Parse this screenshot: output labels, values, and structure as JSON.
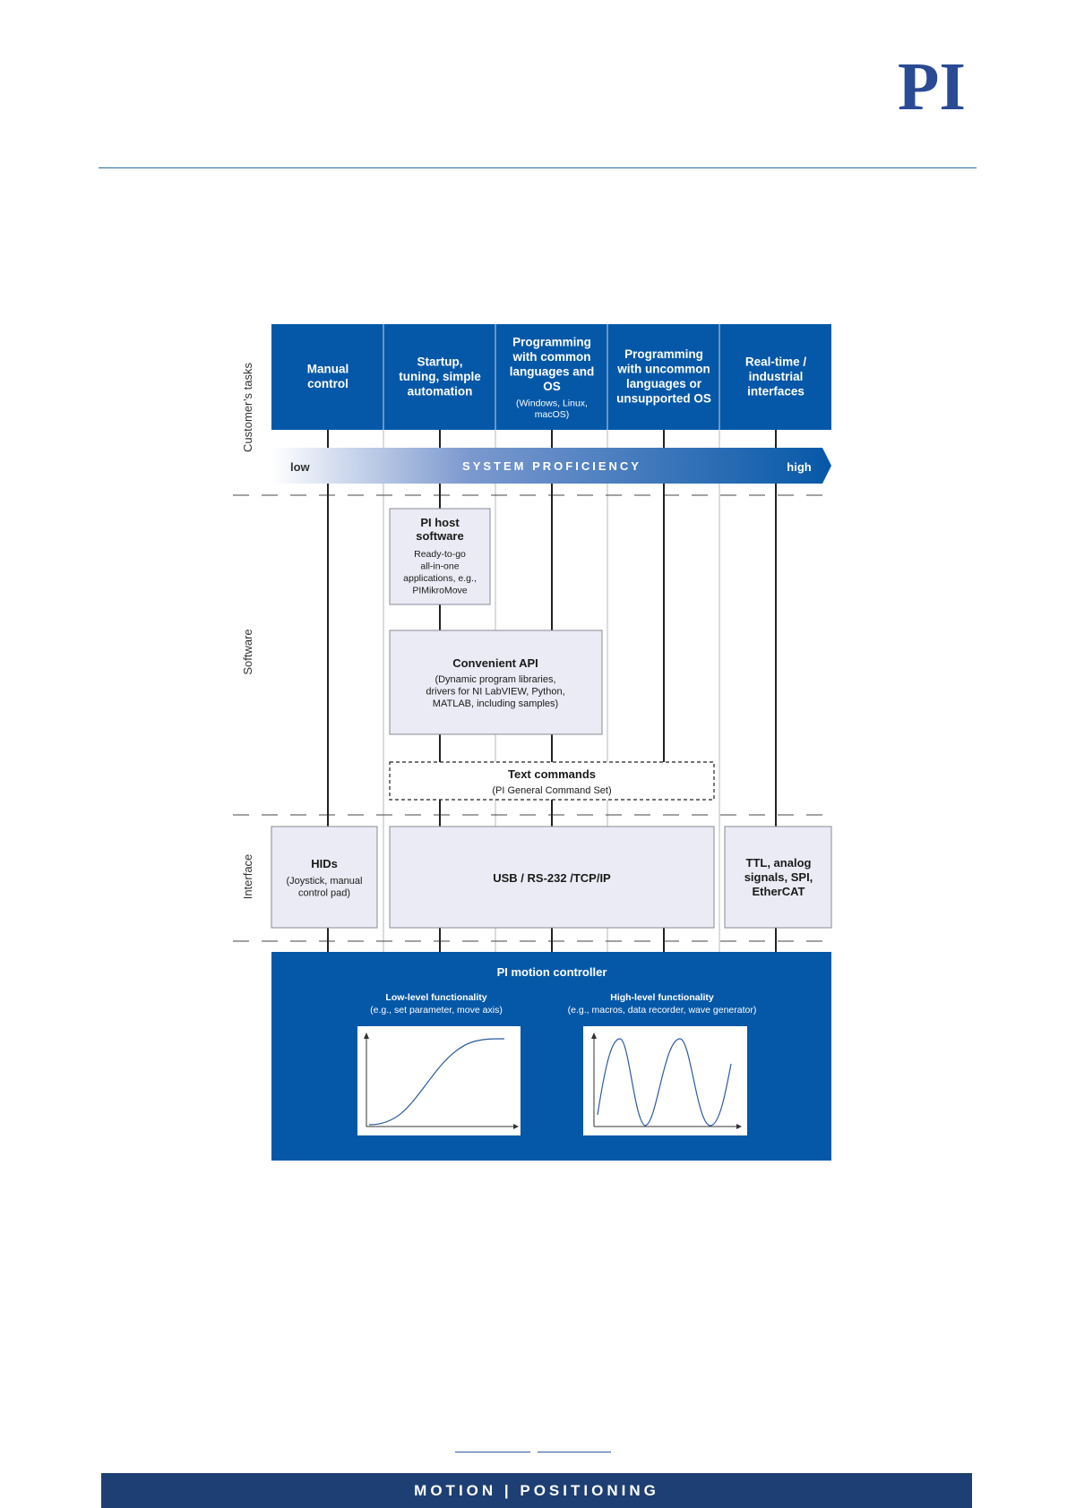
{
  "brand": {
    "logo_text": "PI",
    "color": "#2a4a94"
  },
  "colors": {
    "blue": "#0558a8",
    "gray_box": "#ebebf5",
    "line": "#222222"
  },
  "rows": {
    "tasks": "Customer’s tasks",
    "software": "Software",
    "interface": "Interface"
  },
  "tasks": [
    {
      "lines": [
        "Manual",
        "control"
      ]
    },
    {
      "lines": [
        "Startup,",
        "tuning, simple",
        "automation"
      ]
    },
    {
      "lines": [
        "Programming",
        "with common",
        "languages and",
        "OS"
      ],
      "sub": [
        "(Windows, Linux,",
        "macOS)"
      ]
    },
    {
      "lines": [
        "Programming",
        "with uncommon",
        "languages or",
        "unsupported OS"
      ]
    },
    {
      "lines": [
        "Real-time /",
        "industrial",
        "interfaces"
      ]
    }
  ],
  "proficiency": {
    "low": "low",
    "title": "SYSTEM PROFICIENCY",
    "high": "high"
  },
  "software": {
    "host": {
      "title": [
        "PI host",
        "software"
      ],
      "desc": [
        "Ready-to-go",
        "all-in-one",
        "applications, e.g.,",
        "PIMikroMove"
      ]
    },
    "api": {
      "title": "Convenient API",
      "desc": [
        "(Dynamic program libraries,",
        "drivers for NI LabVIEW, Python,",
        "MATLAB, including samples)"
      ]
    },
    "text_cmd": {
      "title": "Text commands",
      "desc": "(PI General Command Set)"
    }
  },
  "interface": {
    "hids": {
      "title": "HIDs",
      "desc": [
        "(Joystick, manual",
        "control pad)"
      ]
    },
    "usb": {
      "title": "USB / RS-232 /TCP/IP"
    },
    "ttl": {
      "lines": [
        "TTL, analog",
        "signals, SPI,",
        "EtherCAT"
      ]
    }
  },
  "controller": {
    "title": "PI motion controller",
    "low": {
      "title": "Low-level functionality",
      "desc": "(e.g., set parameter, move axis)"
    },
    "high": {
      "title": "High-level functionality",
      "desc": "(e.g., macros, data recorder, wave generator)"
    }
  },
  "footer": {
    "tagline": "MOTION | POSITIONING"
  }
}
